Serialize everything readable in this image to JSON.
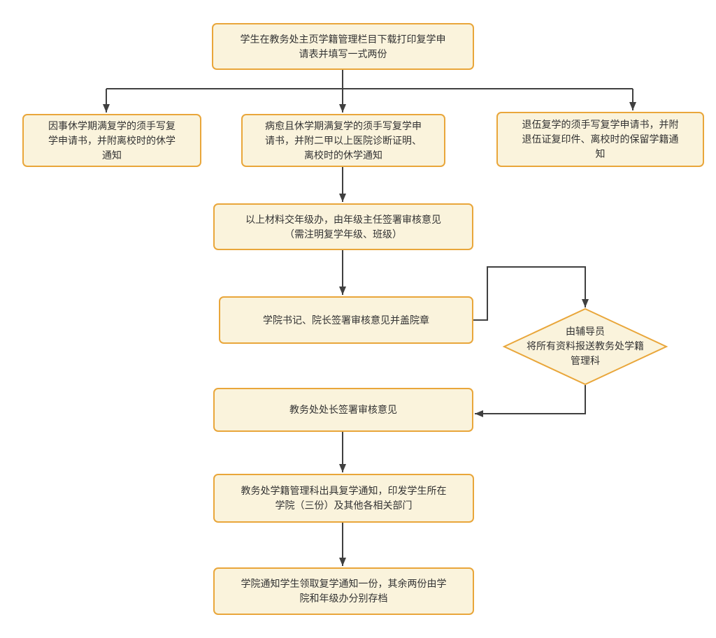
{
  "style": {
    "node_fill": "#FAF3DC",
    "node_border": "#E9A63A",
    "line_color": "#404040",
    "text_color": "#333333",
    "background": "#FFFFFF"
  },
  "nodes": {
    "start": {
      "label": "学生在教务处主页学籍管理栏目下载打印复学申请表并填写一式两份"
    },
    "leave_personal": {
      "label": "因事休学期满复学的须手写复学申请书，并附离校时的休学通知"
    },
    "leave_illness": {
      "label": "病愈且休学期满复学的须手写复学申请书，并附二甲以上医院诊断证明、离校时的休学通知"
    },
    "leave_military": {
      "label": "退伍复学的须手写复学申请书，并附退伍证复印件、离校时的保留学籍通知"
    },
    "grade_office": {
      "label": "以上材料交年级办，由年级主任签署审核意见（需注明复学年级、班级）"
    },
    "college_sign": {
      "label": "学院书记、院长签署审核意见并盖院章"
    },
    "counselor": {
      "label": "由辅导员\n将所有资料报送教务处学籍管理科"
    },
    "dean_sign": {
      "label": "教务处处长签署审核意见"
    },
    "issue_notice": {
      "label": "教务处学籍管理科出具复学通知，印发学生所在学院（三份）及其他各相关部门"
    },
    "archive": {
      "label": "学院通知学生领取复学通知一份，其余两份由学院和年级办分别存档"
    }
  }
}
